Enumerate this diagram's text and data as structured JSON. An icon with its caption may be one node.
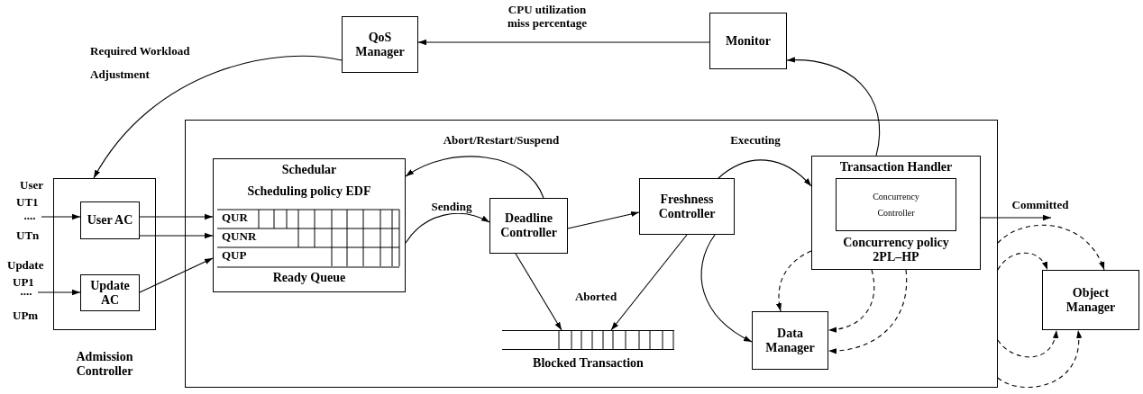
{
  "diagram": {
    "nodes": [
      {
        "text": [
          "QoS Manager"
        ]
      },
      {
        "text": [
          "Monitor"
        ]
      },
      {
        "text": [
          "Admission Controller"
        ]
      },
      {
        "text": [
          "User AC"
        ],
        "in": 2
      },
      {
        "text": [
          "Update AC"
        ],
        "in": 2
      },
      {
        "text": [],
        "shape": "box"
      },
      {
        "text": [
          "Schedular",
          "Scheduling policy EDF",
          "Ready Queue"
        ],
        "in": 5
      },
      {
        "text": [
          "Deadline Controller"
        ],
        "in": 5
      },
      {
        "text": [
          "Freshness Controller"
        ],
        "in": 5
      },
      {
        "text": [
          "Transaction Handler",
          "Concurrency policy 2PL–HP"
        ],
        "in": 5
      },
      {
        "text": [
          "Concurrency Controller"
        ],
        "in": 9
      },
      {
        "text": [
          "Blocked Transaction"
        ],
        "in": 5
      },
      {
        "text": [
          "Data Manager"
        ],
        "in": 5
      },
      {
        "text": [
          "Object Manager"
        ]
      },
      {
        "text": [
          "...."
        ]
      },
      {
        "text": [
          "...."
        ]
      }
    ],
    "edges": [
      {
        "from": 1,
        "to": 0,
        "arrow": "to",
        "label": "CPU utilization miss percentage"
      },
      {
        "from": 0,
        "to": 2,
        "arrow": "to",
        "label": "Required Workload Adjustment"
      },
      {
        "from": 14,
        "to": 3,
        "arrow": "to"
      },
      {
        "from": 15,
        "to": 4,
        "arrow": "to"
      },
      {
        "from": 3,
        "to": 6,
        "arrow": "to"
      },
      {
        "from": 3,
        "to": 6,
        "arrow": "to"
      },
      {
        "from": 4,
        "to": 6,
        "arrow": "to"
      },
      {
        "from": 6,
        "to": 7,
        "arrow": "to",
        "label": "Sending"
      },
      {
        "from": 7,
        "to": 6,
        "arrow": "to",
        "label": "Abort/Restart/Suspend"
      },
      {
        "from": 7,
        "to": 8,
        "arrow": "to"
      },
      {
        "from": 7,
        "to": 11,
        "arrow": "to"
      },
      {
        "from": 8,
        "to": 11,
        "arrow": "to",
        "label": "Aborted"
      },
      {
        "from": 8,
        "to": 9,
        "arrow": "to",
        "label": "Executing"
      },
      {
        "from": 8,
        "to": 12,
        "arrow": "to"
      },
      {
        "from": 9,
        "to": 1,
        "arrow": "to"
      },
      {
        "from": 9,
        "to": 12,
        "arrow": "to",
        "style": "dashed"
      },
      {
        "from": 9,
        "to": 12,
        "arrow": "to",
        "style": "dashed"
      },
      {
        "from": 9,
        "to": 12,
        "arrow": "to",
        "style": "dashed"
      },
      {
        "from": 9,
        "to": null,
        "arrow": "to",
        "label": "Committed"
      },
      {
        "from": 5,
        "to": 13,
        "arrow": "to",
        "style": "dashed"
      },
      {
        "from": 5,
        "to": 13,
        "arrow": "to",
        "style": "dashed"
      },
      {
        "from": 5,
        "to": 13,
        "arrow": "to",
        "style": "dashed"
      },
      {
        "from": 5,
        "to": 13,
        "arrow": "to",
        "style": "dashed"
      }
    ],
    "labels": [
      "User",
      "UT1",
      "UTn",
      "Update",
      "UP1",
      "UPm",
      "QUR",
      "QUNR",
      "QUP"
    ]
  }
}
